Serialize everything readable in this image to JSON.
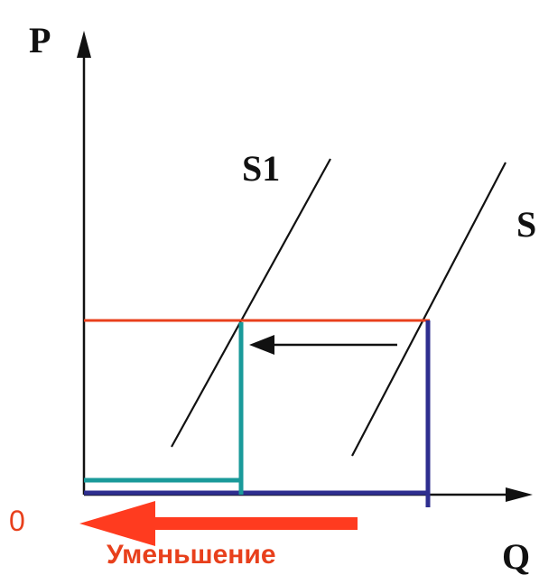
{
  "labels": {
    "y_axis": "P",
    "x_axis": "Q",
    "origin": "0",
    "curve_s1": "S1",
    "curve_s": "S",
    "caption": "Уменьшение"
  },
  "colors": {
    "ink": "#111111",
    "price_line": "#e8401c",
    "new_quantity": "#1a9a9a",
    "old_quantity": "#2e2e8f",
    "decrease_arrow": "#ff3b1f"
  },
  "icons": {
    "axis_arrows": "arrowhead-icon",
    "shift_arrow": "left-arrow-icon",
    "decrease_arrow": "left-arrow-icon"
  }
}
